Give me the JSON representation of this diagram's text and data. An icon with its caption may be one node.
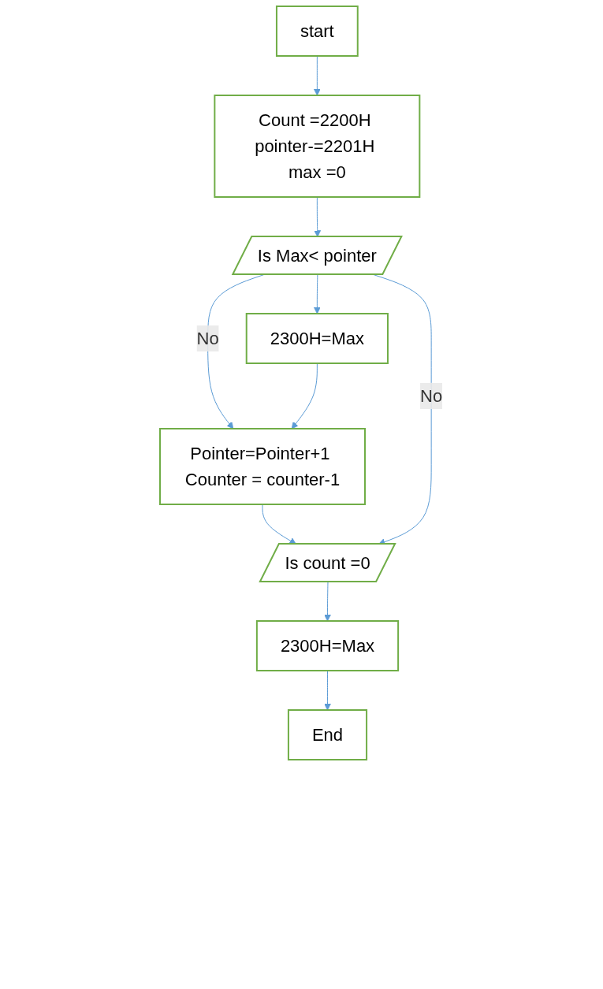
{
  "diagram": {
    "nodes": [
      {
        "text": [
          "start"
        ]
      },
      {
        "text": [
          "Count =2200H pointer-=2201H max =0"
        ]
      },
      {
        "text": [
          "Is Max< pointer"
        ]
      },
      {
        "text": [
          "2300H=Max"
        ]
      },
      {
        "text": [
          "Pointer=Pointer+1 Counter = counter-1"
        ]
      },
      {
        "text": [
          "Is count =0"
        ]
      },
      {
        "text": [
          "2300H=Max"
        ]
      },
      {
        "text": [
          "End"
        ]
      }
    ],
    "edges": [
      {
        "from": 0,
        "to": 1,
        "arrow": "to"
      },
      {
        "from": 1,
        "to": 2,
        "arrow": "to"
      },
      {
        "from": 2,
        "to": 3,
        "arrow": "to"
      },
      {
        "from": 2,
        "to": 4,
        "arrow": "to",
        "label": "No"
      },
      {
        "from": 3,
        "to": 4,
        "arrow": "to"
      },
      {
        "from": 4,
        "to": 5,
        "arrow": "to"
      },
      {
        "from": 2,
        "to": 5,
        "arrow": "to",
        "label": "No"
      },
      {
        "from": 5,
        "to": 6,
        "arrow": "to"
      },
      {
        "from": 6,
        "to": 7,
        "arrow": "to"
      }
    ]
  }
}
